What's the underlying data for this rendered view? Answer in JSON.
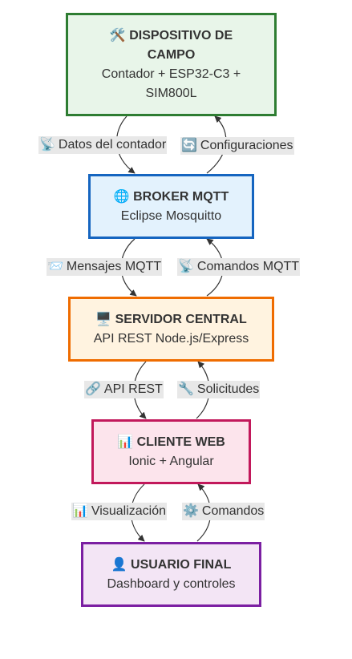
{
  "nodes": {
    "dispositivo": {
      "icon": "🛠️",
      "title_line1": "DISPOSITIVO DE",
      "title_line2": "CAMPO",
      "sub_line1": "Contador + ESP32-C3 +",
      "sub_line2": "SIM800L",
      "fill": "#e8f5e9",
      "stroke": "#2e7d32"
    },
    "broker": {
      "icon": "🌐",
      "title": "BROKER MQTT",
      "sub": "Eclipse Mosquitto",
      "fill": "#e3f2fd",
      "stroke": "#1565c0"
    },
    "servidor": {
      "icon": "🖥️",
      "title": "SERVIDOR CENTRAL",
      "sub": "API REST Node.js/Express",
      "fill": "#fff3e0",
      "stroke": "#ef6c00"
    },
    "cliente": {
      "icon": "📊",
      "title": "CLIENTE WEB",
      "sub": "Ionic + Angular",
      "fill": "#fce4ec",
      "stroke": "#c2185b"
    },
    "usuario": {
      "icon": "👤",
      "title": "USUARIO FINAL",
      "sub": "Dashboard y controles",
      "fill": "#f3e5f5",
      "stroke": "#7b1fa2"
    }
  },
  "edges": {
    "datos_contador": {
      "icon": "📡",
      "text": "Datos del contador"
    },
    "configuraciones": {
      "icon": "🔄",
      "text": "Configuraciones"
    },
    "mensajes_mqtt": {
      "icon": "📨",
      "text": "Mensajes MQTT"
    },
    "comandos_mqtt": {
      "icon": "📡",
      "text": "Comandos MQTT"
    },
    "api_rest": {
      "icon": "🔗",
      "text": "API REST"
    },
    "solicitudes": {
      "icon": "🔧",
      "text": "Solicitudes"
    },
    "visualizacion": {
      "icon": "📊",
      "text": "Visualización"
    },
    "comandos": {
      "icon": "⚙️",
      "text": "Comandos"
    }
  },
  "colors": {
    "edge": "#333333",
    "label_bg": "#e8e8e8"
  }
}
